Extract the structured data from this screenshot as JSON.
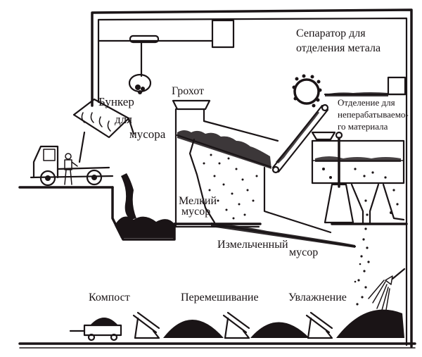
{
  "diagram": {
    "subject": "Waste sorting and composting plant",
    "labels": {
      "separator": [
        "Сепаратор для",
        "отделения метала"
      ],
      "bunker": [
        "Бункер",
        "для",
        "мусора"
      ],
      "screen": "Грохот",
      "reject_section": [
        "Отделение для",
        "неперабатываемо-",
        "го  материала"
      ],
      "fine_waste": [
        "Мелкий",
        "мусор"
      ],
      "shredded_waste": [
        "Измельченный",
        "мусор"
      ],
      "compost": "Компост",
      "mixing": "Перемешивание",
      "moistening": "Увлажнение"
    },
    "components": [
      "building-frame",
      "overhead-crane",
      "crane-grab-bucket",
      "dump-truck",
      "worker",
      "waste-bunker",
      "screen-hopper",
      "inclined-conveyor",
      "magnetic-separator-drum",
      "reject-bin",
      "shredder-hopper",
      "shredded-waste-chute",
      "water-sprinkler",
      "compost-piles",
      "turner-conveyors",
      "compost-cart"
    ],
    "colors": {
      "ink": "#1a1416",
      "paper": "#ffffff"
    }
  }
}
